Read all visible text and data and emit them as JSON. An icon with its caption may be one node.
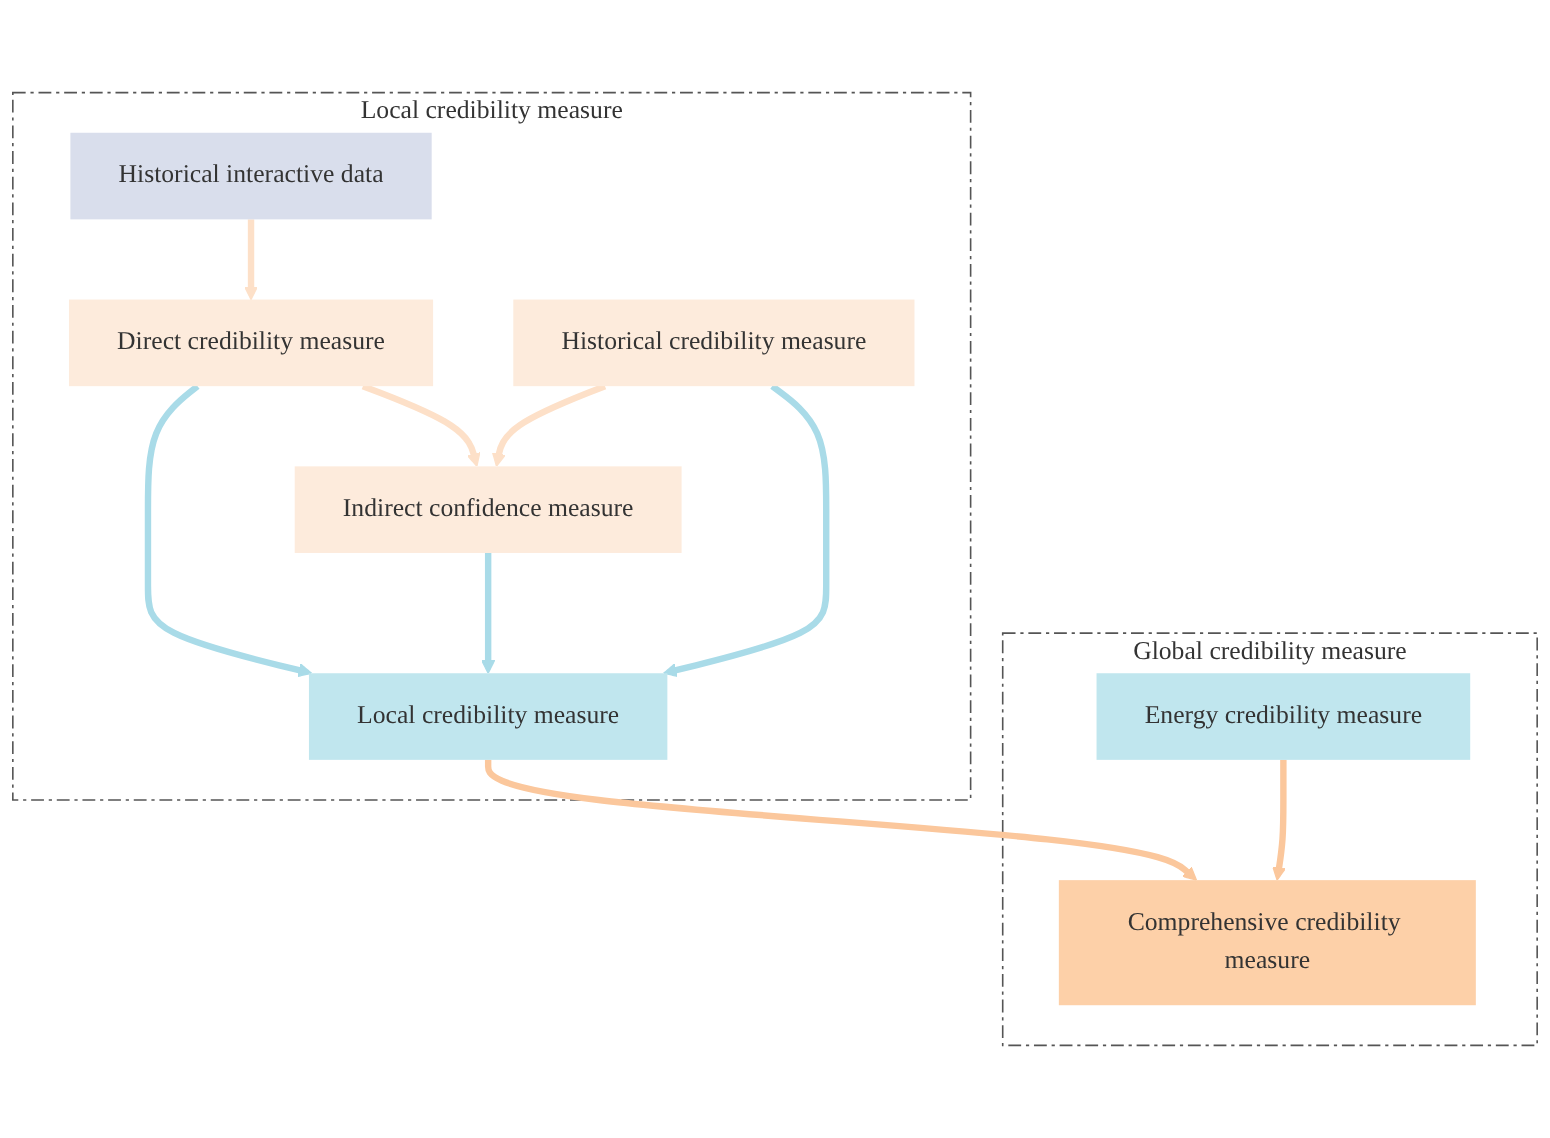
{
  "diagram": {
    "nodes": [
      {
        "text": [
          "Local credibility measure"
        ]
      },
      {
        "text": [
          "Historical interactive data"
        ],
        "in": 0
      },
      {
        "text": [
          "Direct credibility measure"
        ],
        "in": 0
      },
      {
        "text": [
          "Indirect confidence measure"
        ],
        "in": 0
      },
      {
        "text": [
          "Local credibility measure"
        ],
        "in": 0
      },
      {
        "text": [
          "Historical credibility measure"
        ],
        "in": 0
      },
      {
        "text": [
          "Global credibility measure"
        ]
      },
      {
        "text": [
          "Comprehensive credibility measure"
        ],
        "in": 6
      },
      {
        "text": [
          "Energy credibility measure"
        ],
        "in": 6
      }
    ],
    "edges": [
      {
        "from": 1,
        "to": 2,
        "arrow": "to"
      },
      {
        "from": 2,
        "to": 3,
        "arrow": "to"
      },
      {
        "from": 2,
        "to": 4,
        "arrow": "to",
        "color": "#a9dbe8"
      },
      {
        "from": 3,
        "to": 4,
        "arrow": "to",
        "color": "#a9dbe8"
      },
      {
        "from": 5,
        "to": 4,
        "arrow": "to",
        "color": "#a9dbe8"
      },
      {
        "from": 5,
        "to": 3,
        "arrow": "to"
      },
      {
        "from": 4,
        "to": 7,
        "arrow": "to",
        "color": "#fbc79c"
      },
      {
        "from": 8,
        "to": 7,
        "arrow": "to",
        "color": "#fbc79c"
      }
    ]
  }
}
